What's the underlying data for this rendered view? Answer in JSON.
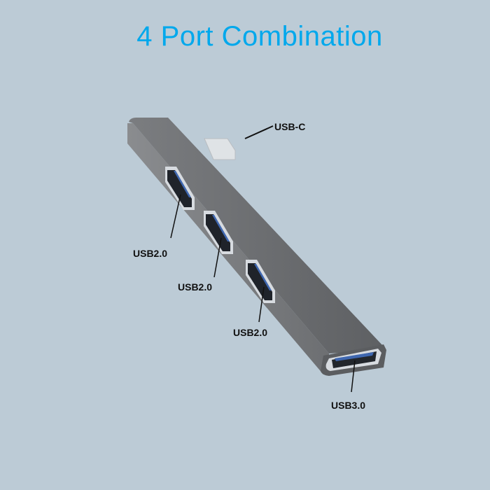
{
  "title": "4 Port Combination",
  "labels": {
    "usb_c": "USB-C",
    "port1": "USB2.0",
    "port2": "USB2.0",
    "port3": "USB2.0",
    "port4": "USB3.0"
  },
  "colors": {
    "background": "#bccbd6",
    "title": "#00a8ec",
    "hub_body": "#6f7174",
    "port_blue": "#3f67b0"
  }
}
